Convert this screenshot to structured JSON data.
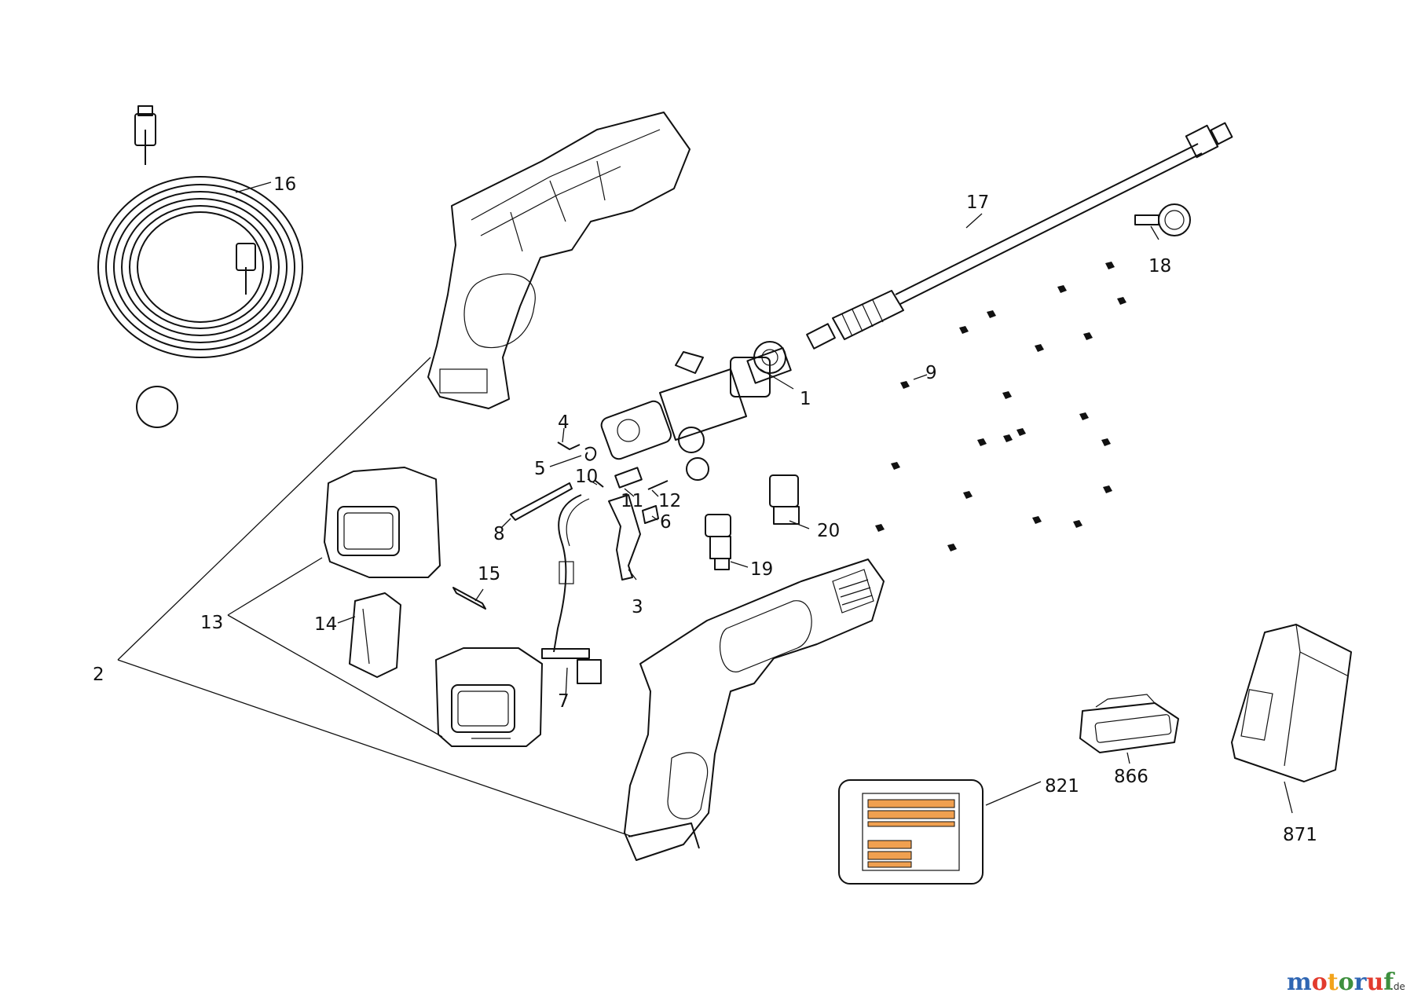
{
  "labels": {
    "p1": "1",
    "p2": "2",
    "p3": "3",
    "p4": "4",
    "p5": "5",
    "p6": "6",
    "p7": "7",
    "p8": "8",
    "p9": "9",
    "p10": "10",
    "p11": "11",
    "p12": "12",
    "p13": "13",
    "p14": "14",
    "p15": "15",
    "p16": "16",
    "p17": "17",
    "p18": "18",
    "p19": "19",
    "p20": "20",
    "p821": "821",
    "p866": "866",
    "p871": "871"
  },
  "watermark": {
    "letters": [
      "m",
      "o",
      "t",
      "o",
      "r",
      "u",
      "f"
    ],
    "suffix": ".de"
  },
  "colors": {
    "line": "#111111",
    "label_stripe": "#f0a050",
    "watermark": [
      "#2f66b3",
      "#e23b2e",
      "#f2a31b",
      "#3e8f3e",
      "#2f66b3",
      "#e23b2e",
      "#3e8f3e"
    ]
  }
}
